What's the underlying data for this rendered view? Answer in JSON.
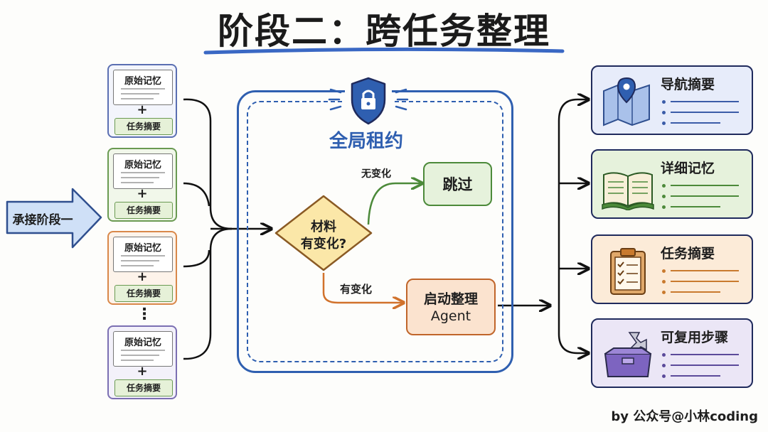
{
  "title": "阶段二：跨任务整理",
  "input_arrow": {
    "label": "承接阶段一"
  },
  "memory_cards": [
    {
      "top_label": "原始记忆",
      "plus": "+",
      "bottom_label": "任务摘要",
      "border_color": "#5b6fb2"
    },
    {
      "top_label": "原始记忆",
      "plus": "+",
      "bottom_label": "任务摘要",
      "border_color": "#6a9a52"
    },
    {
      "top_label": "原始记忆",
      "plus": "+",
      "bottom_label": "任务摘要",
      "border_color": "#d9884a"
    },
    {
      "top_label": "原始记忆",
      "plus": "+",
      "bottom_label": "任务摘要",
      "border_color": "#7b6fb2"
    }
  ],
  "ellipsis": "⋮",
  "lease": {
    "title": "全局租约",
    "icon": "lock-shield-icon"
  },
  "decision": {
    "line1": "材料",
    "line2": "有变化?"
  },
  "branch_no_change": {
    "label": "无变化",
    "target": "跳过"
  },
  "branch_changed": {
    "label": "有变化",
    "target_line1": "启动整理",
    "target_line2": "Agent"
  },
  "outputs": [
    {
      "label": "导航摘要",
      "icon": "map-pin-icon",
      "bg": "#e7ecfa",
      "accent": "#3b5ca8"
    },
    {
      "label": "详细记忆",
      "icon": "open-book-icon",
      "bg": "#e6f2dc",
      "accent": "#4c8a3a"
    },
    {
      "label": "任务摘要",
      "icon": "clipboard-checklist-icon",
      "bg": "#fcebd8",
      "accent": "#c97a2e"
    },
    {
      "label": "可复用步骤",
      "icon": "toolbox-icon",
      "bg": "#ebe6f6",
      "accent": "#5b4a9a"
    }
  ],
  "credit": "by 公众号@小林coding",
  "colors": {
    "navy": "#1f2a5c",
    "blue": "#2f5fb0",
    "green": "#4c8a3a",
    "orange": "#d1722c",
    "yellow": "#fbe7a8"
  }
}
